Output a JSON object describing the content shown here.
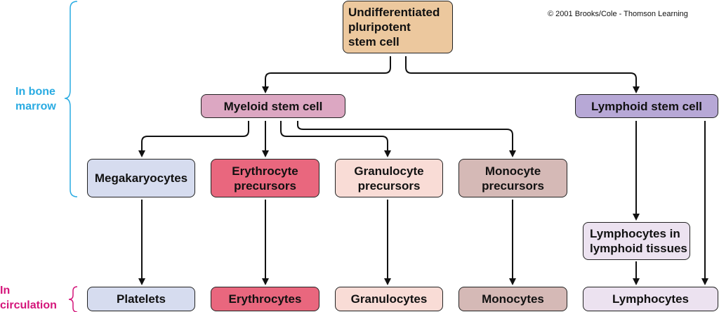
{
  "copyright": "© 2001 Brooks/Cole - Thomson Learning",
  "stages": {
    "bone_marrow": "In bone\nmarrow",
    "circulation": "In\ncirculation"
  },
  "nodes": {
    "stem": "Undifferentiated\npluripotent\nstem cell",
    "myeloid": "Myeloid stem cell",
    "lymphoid": "Lymphoid stem cell",
    "megakaryocytes": "Megakaryocytes",
    "erythrocyte_precursors": "Erythrocyte\nprecursors",
    "granulocyte_precursors": "Granulocyte\nprecursors",
    "monocyte_precursors": "Monocyte\nprecursors",
    "lymphocytes_tissues": "Lymphocytes in\nlymphoid tissues",
    "platelets": "Platelets",
    "erythrocytes": "Erythrocytes",
    "granulocytes": "Granulocytes",
    "monocytes": "Monocytes",
    "lymphocytes": "Lymphocytes"
  },
  "colors": {
    "stem": "#ecc89e",
    "myeloid": "#dca7c2",
    "lymphoid": "#b7a8d6",
    "megakaryocyte_line": "#d6dcef",
    "erythrocyte_line": "#e9677e",
    "granulocyte_line": "#f9dcd6",
    "monocyte_line": "#d5b9b6",
    "lymphocyte_line": "#ece2f0",
    "bone_marrow_label": "#29abe2",
    "circulation_label": "#d4157a",
    "connector": "#111111"
  }
}
